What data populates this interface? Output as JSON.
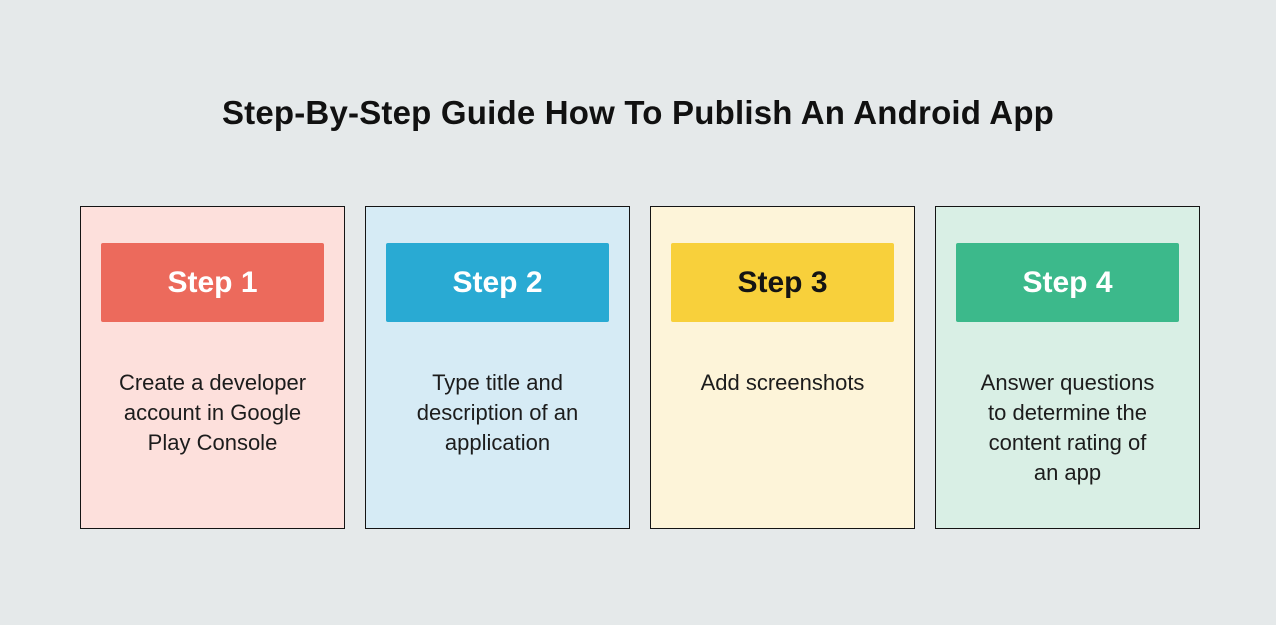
{
  "page": {
    "background": "#E5E9EA",
    "title": "Step-By-Step Guide How To Publish An Android App",
    "title_color": "#111111",
    "card_border_color": "#141414"
  },
  "steps": [
    {
      "label": "Step 1",
      "description": "Create a developer\naccount in Google\nPlay Console",
      "header_color": "#EC6A5C",
      "header_text_color": "#FFFFFF",
      "card_color": "#FDE0DC"
    },
    {
      "label": "Step 2",
      "description": "Type title and\ndescription of an\napplication",
      "header_color": "#29AAD3",
      "header_text_color": "#FFFFFF",
      "card_color": "#D6EBF5"
    },
    {
      "label": "Step 3",
      "description": "Add screenshots",
      "header_color": "#F8D03B",
      "header_text_color": "#141414",
      "card_color": "#FDF4D9"
    },
    {
      "label": "Step 4",
      "description": "Answer questions\nto determine the\ncontent rating of\nan app",
      "header_color": "#3CB98B",
      "header_text_color": "#FFFFFF",
      "card_color": "#D9EFE5"
    }
  ]
}
